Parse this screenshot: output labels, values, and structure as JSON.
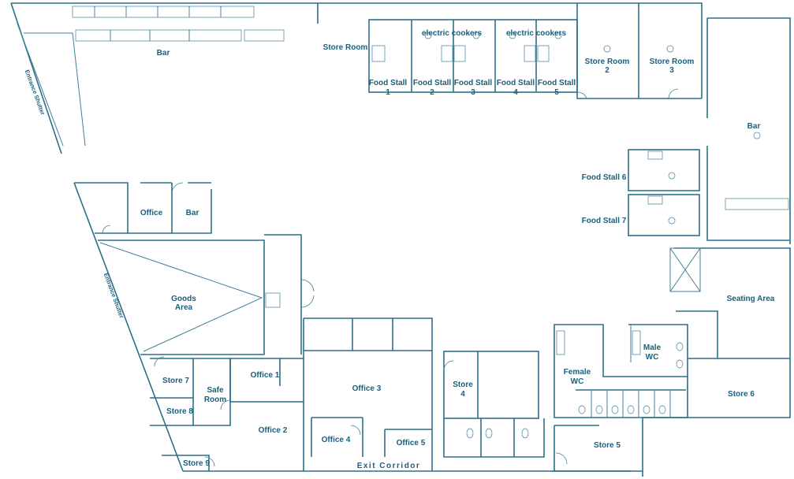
{
  "floor_plan": {
    "rooms": {
      "bar_top": "Bar",
      "store_room": "Store Room",
      "electric_cookers_1": "electric cookers",
      "electric_cookers_2": "electric cookers",
      "food_stall_1_a": "Food Stall",
      "food_stall_1_b": "1",
      "food_stall_2_a": "Food Stall",
      "food_stall_2_b": "2",
      "food_stall_3_a": "Food Stall",
      "food_stall_3_b": "3",
      "food_stall_4_a": "Food Stall",
      "food_stall_4_b": "4",
      "food_stall_5_a": "Food Stall",
      "food_stall_5_b": "5",
      "store_room_2_a": "Store Room",
      "store_room_2_b": "2",
      "store_room_3_a": "Store Room",
      "store_room_3_b": "3",
      "bar_right": "Bar",
      "food_stall_6": "Food Stall 6",
      "food_stall_7": "Food Stall 7",
      "office_small": "Office",
      "bar_small": "Bar",
      "goods_area_a": "Goods",
      "goods_area_b": "Area",
      "seating_area": "Seating Area",
      "male_wc_a": "Male",
      "male_wc_b": "WC",
      "female_wc_a": "Female",
      "female_wc_b": "WC",
      "store_6": "Store 6",
      "store_7": "Store 7",
      "store_8": "Store 8",
      "safe_room_a": "Safe",
      "safe_room_b": "Room",
      "office_1": "Office 1",
      "office_3": "Office 3",
      "office_2": "Office 2",
      "office_4": "Office 4",
      "office_5": "Office 5",
      "store_4_a": "Store",
      "store_4_b": "4",
      "store_5": "Store 5",
      "store_9": "Store 9",
      "exit_corridor": "Exit Corridor",
      "entrance_shutter_top": "Entrance Shutter",
      "entrance_shutter_mid": "Entrance Shutter"
    }
  }
}
